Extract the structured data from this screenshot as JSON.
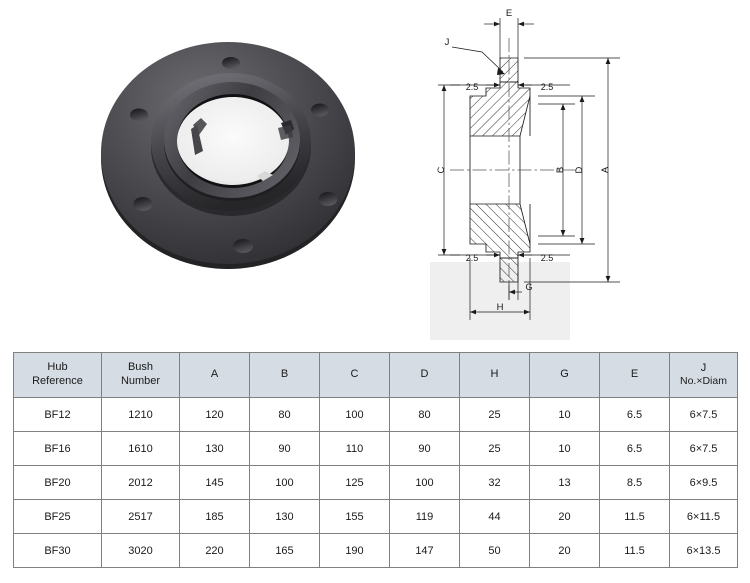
{
  "product_photo": {
    "alt_name": "taper-lock-flange-hub-photo",
    "body_color": "#4a4a4d",
    "shadow_color": "#2b2b2e",
    "bore_color": "#f2f2f2",
    "hole_count": 6
  },
  "drawing": {
    "name": "hub-cross-section-drawing",
    "line_color": "#1a1a1a",
    "labels": {
      "E": "E",
      "J": "J",
      "G": "G",
      "H": "H",
      "A": "A",
      "B": "B",
      "C": "C",
      "D": "D",
      "chamfer_top_left": "2.5",
      "chamfer_top_right": "2.5",
      "chamfer_bottom_left": "2.5",
      "chamfer_bottom_right": "2.5"
    }
  },
  "table": {
    "name": "hub-specification-table",
    "headers": [
      {
        "line1": "Hub",
        "line2": "Reference"
      },
      {
        "line1": "Bush",
        "line2": "Number"
      },
      {
        "line1": "A",
        "line2": ""
      },
      {
        "line1": "B",
        "line2": ""
      },
      {
        "line1": "C",
        "line2": ""
      },
      {
        "line1": "D",
        "line2": ""
      },
      {
        "line1": "H",
        "line2": ""
      },
      {
        "line1": "G",
        "line2": ""
      },
      {
        "line1": "E",
        "line2": ""
      },
      {
        "line1": "J",
        "line2": "No.×Diam"
      }
    ],
    "rows": [
      [
        "BF12",
        "1210",
        "120",
        "80",
        "100",
        "80",
        "25",
        "10",
        "6.5",
        "6×7.5"
      ],
      [
        "BF16",
        "1610",
        "130",
        "90",
        "110",
        "90",
        "25",
        "10",
        "6.5",
        "6×7.5"
      ],
      [
        "BF20",
        "2012",
        "145",
        "100",
        "125",
        "100",
        "32",
        "13",
        "8.5",
        "6×9.5"
      ],
      [
        "BF25",
        "2517",
        "185",
        "130",
        "155",
        "119",
        "44",
        "20",
        "11.5",
        "6×11.5"
      ],
      [
        "BF30",
        "3020",
        "220",
        "165",
        "190",
        "147",
        "50",
        "20",
        "11.5",
        "6×13.5"
      ]
    ],
    "header_bg": "#d5dce4",
    "border_color": "#808080"
  }
}
